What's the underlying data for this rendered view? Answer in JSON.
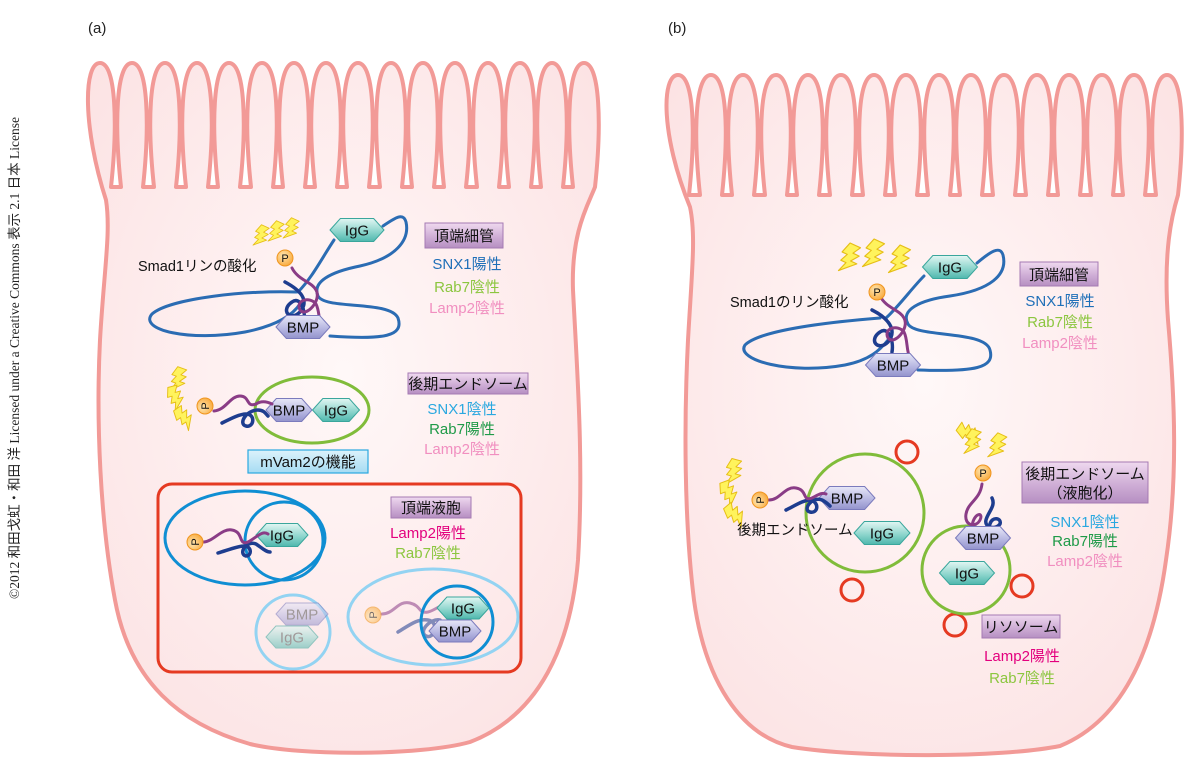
{
  "credit": "©2012 和田戈虹・和田 洋 Licensed under a Creative Commons 表示 2.1 日本 License",
  "molecules": {
    "igg": "IgG",
    "bmp": "BMP",
    "phosphate": "P"
  },
  "colors": {
    "cell_outline": "#f29a97",
    "apical_tubule_membrane": "#2b6cb3",
    "late_endosome_membrane": "#80bc3a",
    "apical_vacuole_border": "#e53a22",
    "vacuole_membrane": "#0f8ed3",
    "vacuole_membrane_light": "#93d3f2",
    "lysosome_membrane": "#e53a22"
  },
  "panel_a": {
    "label": "(a)",
    "apical_tubule": {
      "annotation": "Smad1リンの酸化",
      "title": "頂端細管",
      "markers": [
        {
          "text": "SNX1陽性",
          "color": "#1f6fb8"
        },
        {
          "text": "Rab7陰性",
          "color": "#8cc63f"
        },
        {
          "text": "Lamp2陰性",
          "color": "#f18fc0"
        }
      ]
    },
    "late_endosome": {
      "title": "後期エンドソーム",
      "markers": [
        {
          "text": "SNX1陰性",
          "color": "#2aa8e0"
        },
        {
          "text": "Rab7陽性",
          "color": "#1f9a48"
        },
        {
          "text": "Lamp2陰性",
          "color": "#f18fc0"
        }
      ],
      "function_label": "mVam2の機能"
    },
    "apical_vacuole": {
      "title": "頂端液胞",
      "markers": [
        {
          "text": "Lamp2陽性",
          "color": "#e3007e"
        },
        {
          "text": "Rab7陰性",
          "color": "#8cc63f"
        }
      ]
    }
  },
  "panel_b": {
    "label": "(b)",
    "apical_tubule": {
      "annotation": "Smad1のリン酸化",
      "title": "頂端細管",
      "markers": [
        {
          "text": "SNX1陽性",
          "color": "#1f6fb8"
        },
        {
          "text": "Rab7陰性",
          "color": "#8cc63f"
        },
        {
          "text": "Lamp2陰性",
          "color": "#f18fc0"
        }
      ]
    },
    "late_endosome": {
      "annotation": "後期エンドソーム"
    },
    "vacuolated_late_endosome": {
      "title_line1": "後期エンドソーム",
      "title_line2": "（液胞化）",
      "markers": [
        {
          "text": "SNX1陰性",
          "color": "#2aa8e0"
        },
        {
          "text": "Rab7陽性",
          "color": "#1f9a48"
        },
        {
          "text": "Lamp2陰性",
          "color": "#f18fc0"
        }
      ]
    },
    "lysosome": {
      "title": "リソソーム",
      "markers": [
        {
          "text": "Lamp2陽性",
          "color": "#e3007e"
        },
        {
          "text": "Rab7陰性",
          "color": "#8cc63f"
        }
      ]
    }
  }
}
